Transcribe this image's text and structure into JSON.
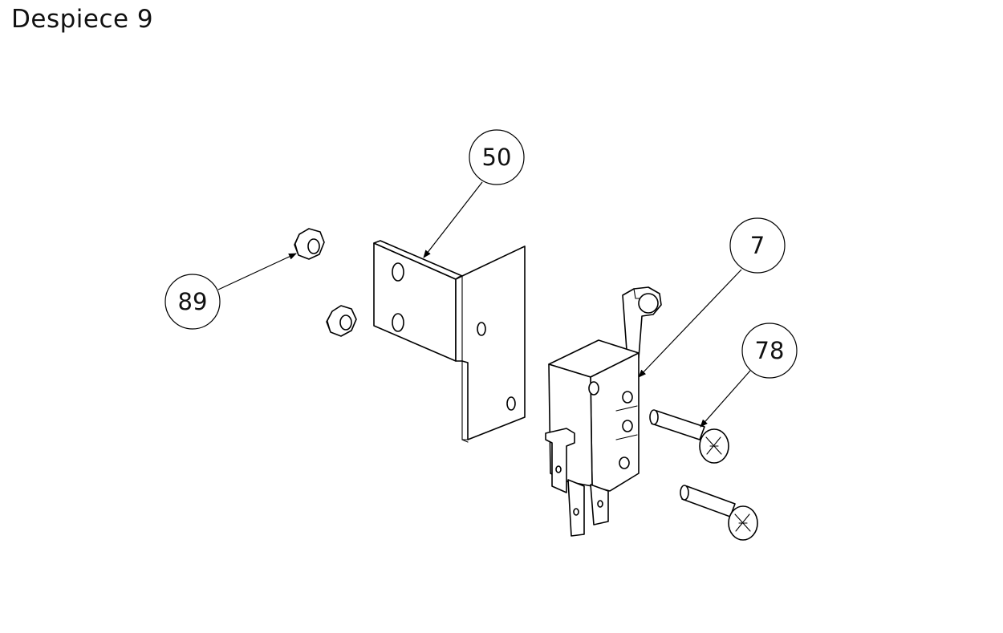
{
  "page": {
    "title": "Despiece 9"
  },
  "balloons": [
    {
      "id": "balloon-50",
      "label": "50"
    },
    {
      "id": "balloon-7",
      "label": "7"
    },
    {
      "id": "balloon-78",
      "label": "78"
    },
    {
      "id": "balloon-89",
      "label": "89"
    }
  ]
}
